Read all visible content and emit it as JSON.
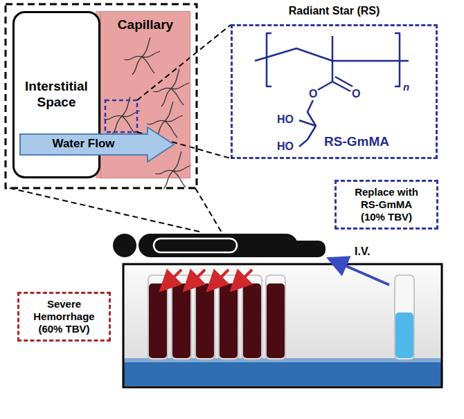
{
  "diagram": {
    "nodes": [
      {
        "text": [
          "Interstitial Space"
        ]
      },
      {
        "text": [
          "Capillary"
        ]
      },
      {
        "text": [
          "Water Flow"
        ]
      },
      {
        "text": [
          "Radiant Star (RS)",
          "RS-GmMA"
        ]
      },
      {
        "text": [
          "Replace with RS-GmMA (10% TBV)"
        ]
      },
      {
        "text": [
          "Severe Hemorrhage (60% TBV)"
        ]
      }
    ],
    "labels": [
      "O",
      "O",
      "n",
      "HO",
      "HO",
      "I.V."
    ]
  }
}
